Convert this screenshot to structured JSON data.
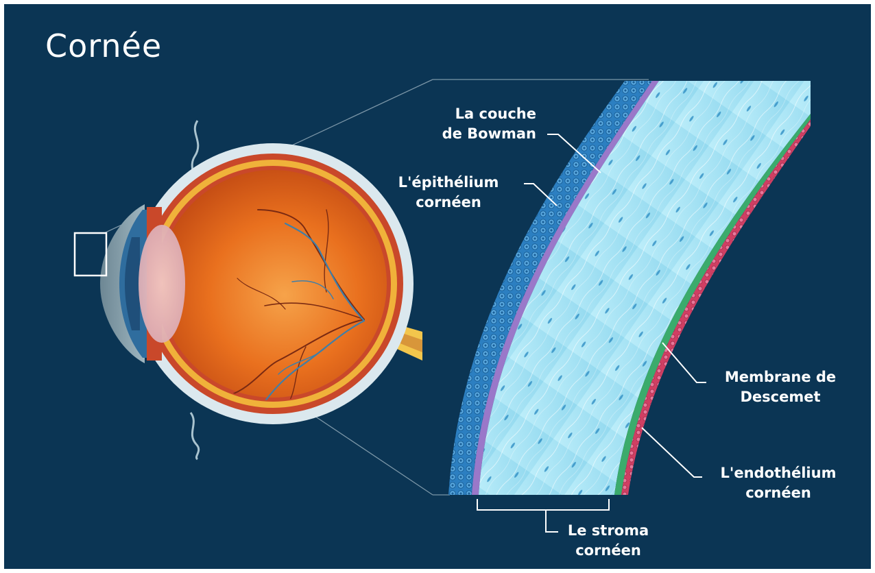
{
  "title": "Cornée",
  "labels": {
    "bowman": {
      "line1": "La couche",
      "line2": "de Bowman"
    },
    "epithelium": {
      "line1": "L'épithélium",
      "line2": "cornéen"
    },
    "descemet": {
      "line1": "Membrane de",
      "line2": "Descemet"
    },
    "endothelium": {
      "line1": "L'endothélium",
      "line2": "cornéen"
    },
    "stroma": {
      "line1": "Le stroma",
      "line2": "cornéen"
    }
  },
  "colors": {
    "background": "#0b3554",
    "epithelium": "#2f86c9",
    "bowman": "#9a78c9",
    "stroma": "#a7e3f4",
    "descemet": "#3bab6c",
    "endothelium": "#d4476a",
    "eyeball": "#e2651b",
    "sclera": "#dbe8ee"
  }
}
